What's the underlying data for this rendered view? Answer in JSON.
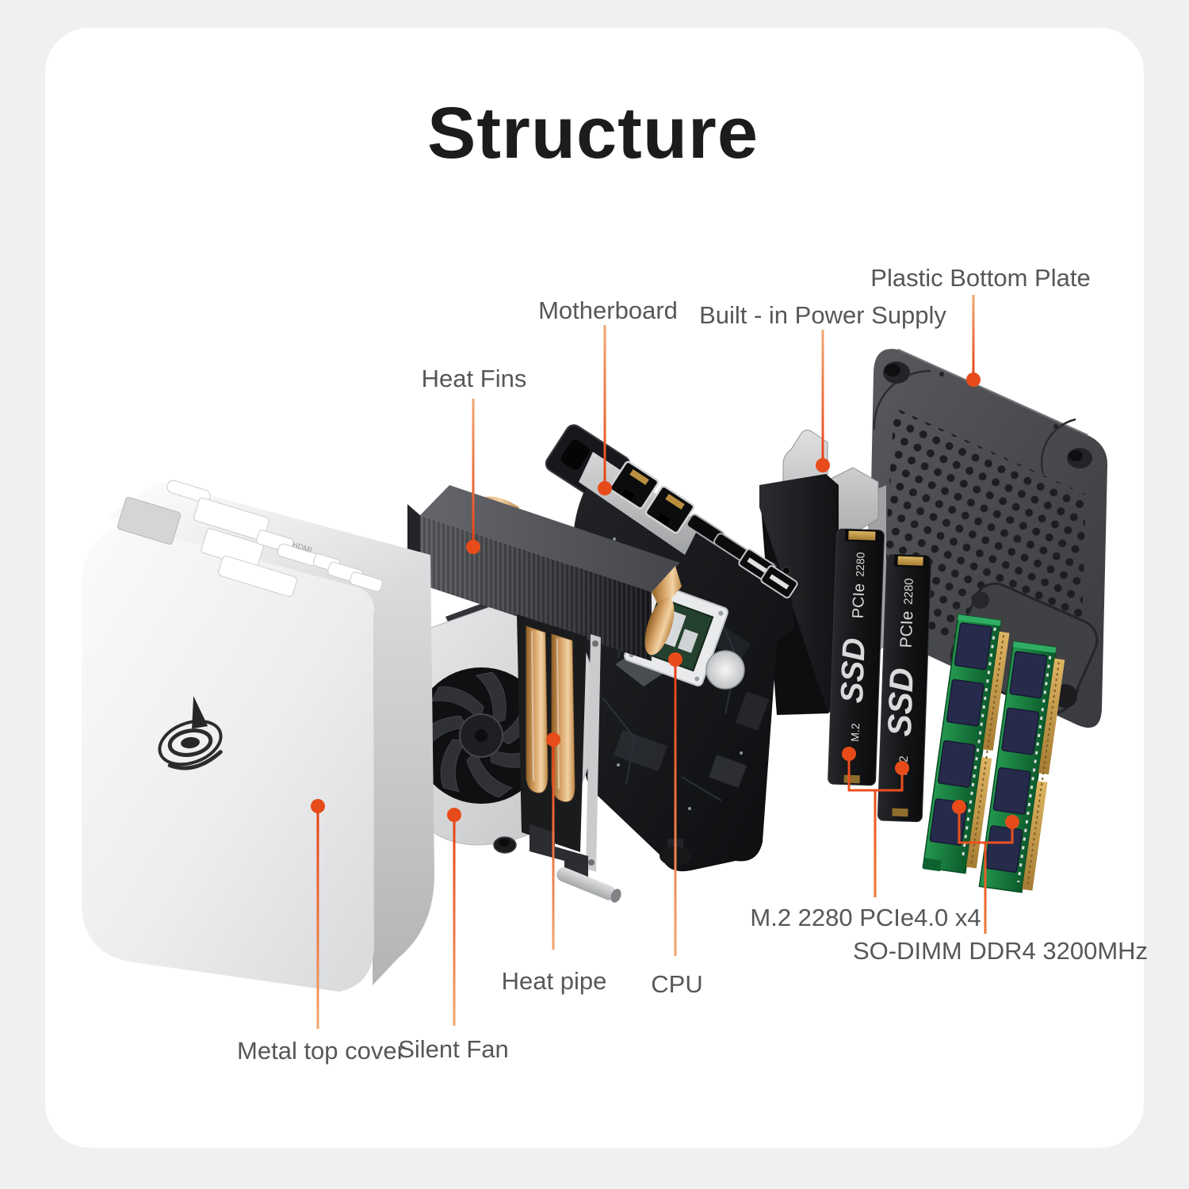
{
  "title": "Structure",
  "colors": {
    "page_background": "#f0f0f1",
    "card_background": "#ffffff",
    "title_text": "#1c1c1e",
    "label_text": "#57575a",
    "leader_accent": "#e8481c",
    "leader_light": "#f2a870",
    "copper": "#d7a368",
    "pcb_green": "#17803f"
  },
  "labels": {
    "heat_fins": "Heat Fins",
    "motherboard": "Motherboard",
    "power_supply": "Built - in Power Supply",
    "bottom_plate": "Plastic Bottom Plate",
    "m2_ssd": "M.2 2280 PCIe4.0 x4",
    "so_dimm": "SO-DIMM DDR4 3200MHz",
    "heat_pipe": "Heat pipe",
    "cpu": "CPU",
    "metal_top_cover": "Metal top cover",
    "silent_fan": "Silent Fan"
  },
  "illustration": {
    "ssd_markings": {
      "m2": "M.2",
      "ssd": "SSD",
      "pcie": "PCIe",
      "size": "2280"
    },
    "cover_port_marking": "HDMI"
  }
}
